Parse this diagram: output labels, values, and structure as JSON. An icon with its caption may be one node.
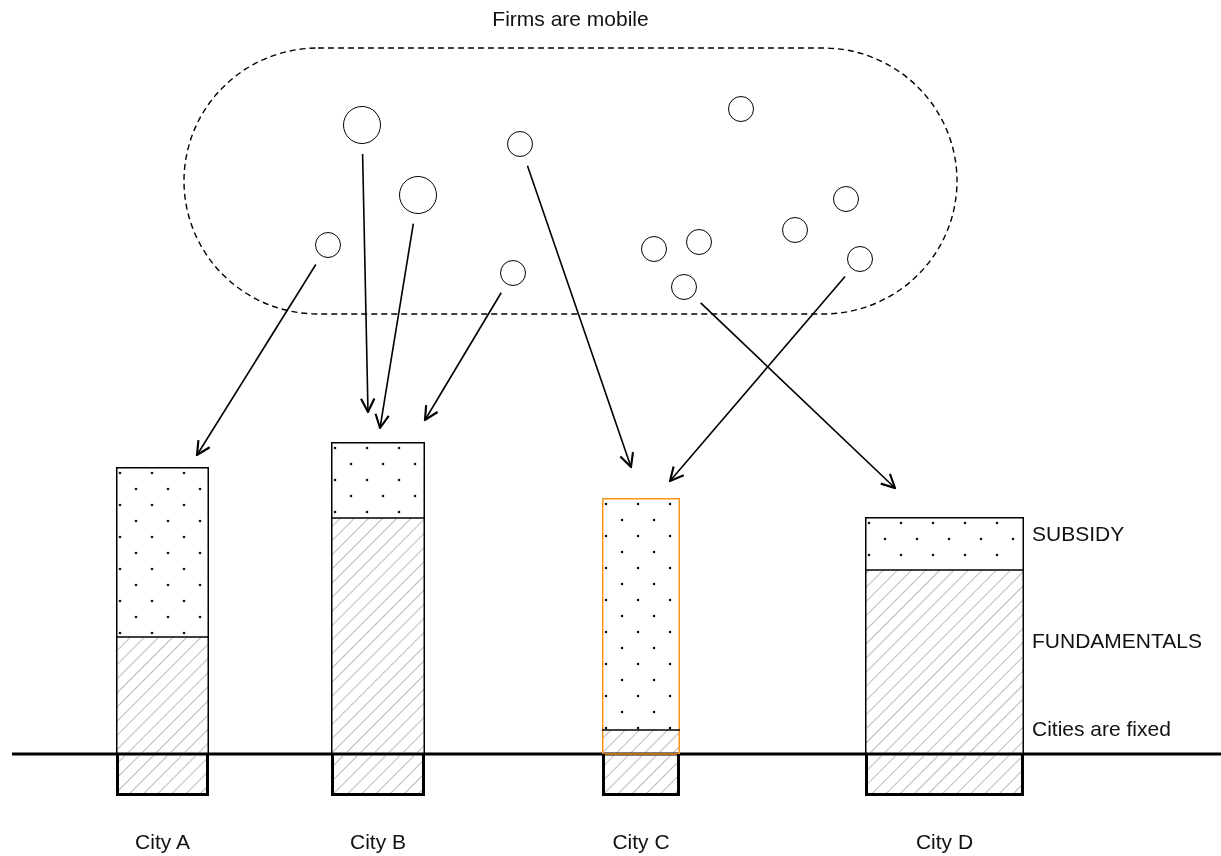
{
  "diagram": {
    "nodes": [
      {
        "text": [
          "Firms are mobile"
        ]
      },
      {
        "text": [],
        "shape": "circle",
        "in": 0
      },
      {
        "text": [],
        "shape": "circle",
        "in": 0
      },
      {
        "text": [],
        "shape": "circle",
        "in": 0
      },
      {
        "text": [],
        "shape": "circle",
        "in": 0
      },
      {
        "text": [],
        "shape": "circle",
        "in": 0
      },
      {
        "text": [],
        "shape": "circle",
        "in": 0
      },
      {
        "text": [],
        "shape": "circle",
        "in": 0
      },
      {
        "text": [],
        "shape": "circle",
        "in": 0
      },
      {
        "text": [],
        "shape": "circle",
        "in": 0
      },
      {
        "text": [],
        "shape": "circle",
        "in": 0
      },
      {
        "text": [],
        "shape": "circle",
        "in": 0
      },
      {
        "text": [],
        "shape": "circle",
        "in": 0
      },
      {
        "text": [
          "City A"
        ]
      },
      {
        "text": [
          "City B"
        ]
      },
      {
        "text": [
          "City C"
        ]
      },
      {
        "text": [
          "City D"
        ]
      }
    ],
    "edges": [
      {
        "from": 1,
        "to": 13,
        "arrow": "to"
      },
      {
        "from": 2,
        "to": 14,
        "arrow": "to"
      },
      {
        "from": 3,
        "to": 14,
        "arrow": "to"
      },
      {
        "from": 4,
        "to": 14,
        "arrow": "to"
      },
      {
        "from": 5,
        "to": 15,
        "arrow": "to"
      },
      {
        "from": 12,
        "to": 15,
        "arrow": "to"
      },
      {
        "from": 7,
        "to": 16,
        "arrow": "to"
      }
    ],
    "labels": [
      "SUBSIDY",
      "FUNDAMENTALS",
      "Cities are fixed"
    ]
  }
}
